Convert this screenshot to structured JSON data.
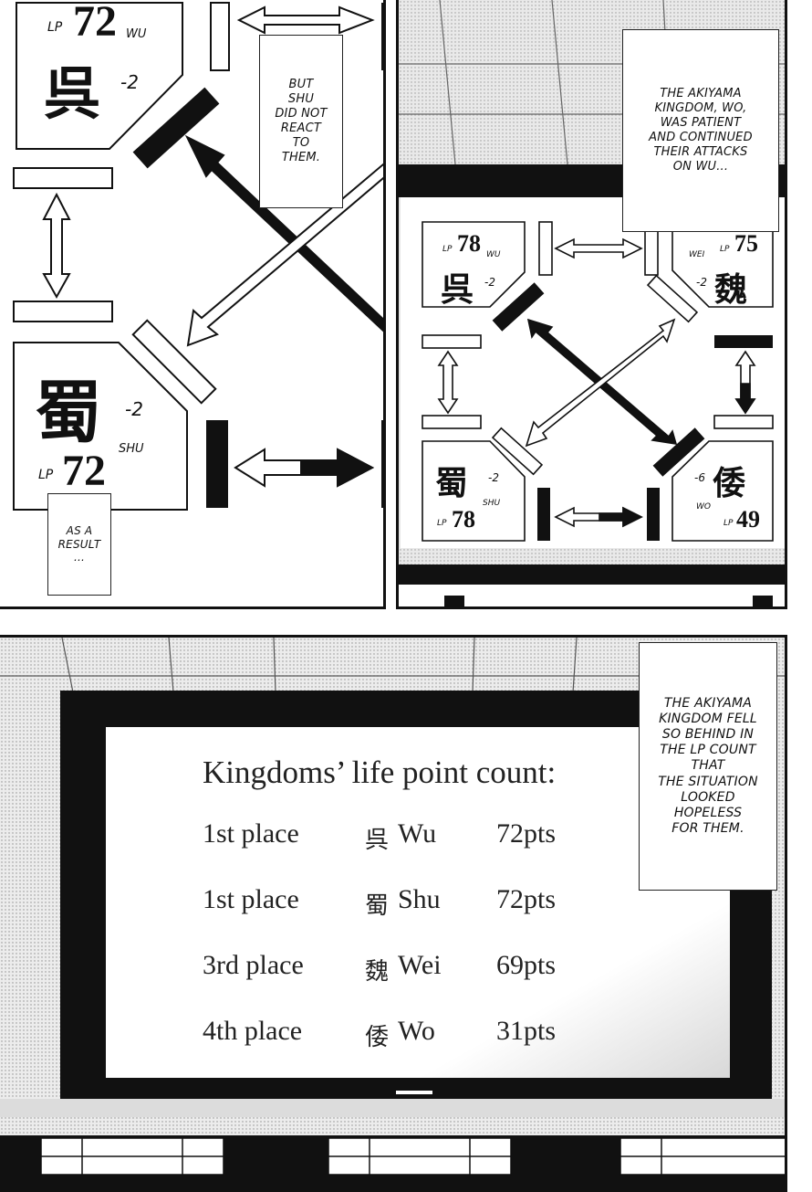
{
  "captions": {
    "shu_no_react": "BUT\nSHU\nDID NOT\nREACT\nTO\nTHEM.",
    "as_a_result": "AS A\nRESULT\n...",
    "akiyama_wo": "THE AKIYAMA\nKINGDOM, WO,\nWAS PATIENT\nAND CONTINUED\nTHEIR ATTACKS\nON WU...",
    "akiyama_fell": "THE AKIYAMA\nKINGDOM FELL\nSO BEHIND IN\nTHE LP COUNT\nTHAT\nTHE SITUATION\nLOOKED\nHOPELESS\nFOR THEM."
  },
  "big_map": {
    "wu": {
      "kanji": "呉",
      "lp_label": "LP",
      "lp": "72",
      "name": "WU",
      "delta": "-2"
    },
    "shu": {
      "kanji": "蜀",
      "lp_label": "LP",
      "lp": "72",
      "name": "SHU",
      "delta": "-2"
    }
  },
  "small_map": {
    "wu": {
      "kanji": "呉",
      "lp_label": "LP",
      "lp": "78",
      "name": "WU",
      "delta": "-2"
    },
    "wei": {
      "kanji": "魏",
      "lp_label": "LP",
      "lp": "75",
      "name": "WEI",
      "delta": "-2"
    },
    "shu": {
      "kanji": "蜀",
      "lp_label": "LP",
      "lp": "78",
      "name": "SHU",
      "delta": "-2"
    },
    "wo": {
      "kanji": "倭",
      "lp_label": "LP",
      "lp": "49",
      "name": "WO",
      "delta": "-6"
    }
  },
  "scoreboard": {
    "title": "Kingdoms’ life point count:",
    "rows": [
      {
        "place": "1st place",
        "kanji": "呉",
        "name": "Wu",
        "points": "72pts"
      },
      {
        "place": "1st place",
        "kanji": "蜀",
        "name": "Shu",
        "points": "72pts"
      },
      {
        "place": "3rd place",
        "kanji": "魏",
        "name": "Wei",
        "points": "69pts"
      },
      {
        "place": "4th place",
        "kanji": "倭",
        "name": "Wo",
        "points": "31pts"
      }
    ]
  }
}
